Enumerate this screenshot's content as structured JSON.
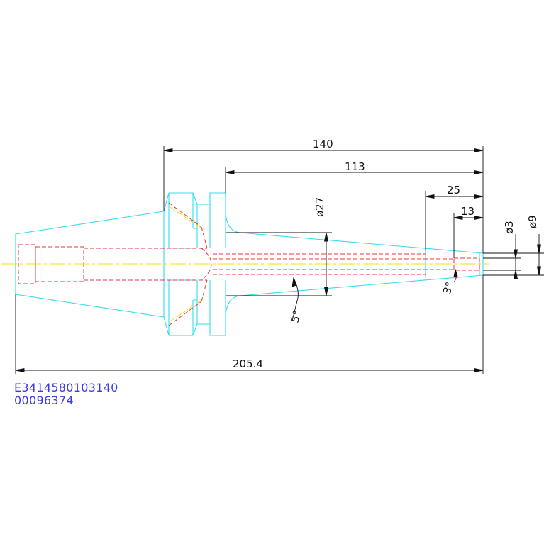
{
  "drawing": {
    "dimensions": {
      "d_140": "140",
      "d_113": "113",
      "d_25": "25",
      "d_13": "13",
      "d_205": "205.4",
      "dia_27": "ø27",
      "dia_3": "ø3",
      "dia_9": "ø9",
      "angle_5": "5°",
      "angle_3": "3°"
    },
    "captions": {
      "code": "E3414580103140",
      "number": "00096374"
    },
    "colors": {
      "outline": "#33ddee",
      "hidden": "#ee3344",
      "centerline": "#f2e000",
      "dimension": "#111111",
      "caption": "#3a3ae6"
    }
  }
}
